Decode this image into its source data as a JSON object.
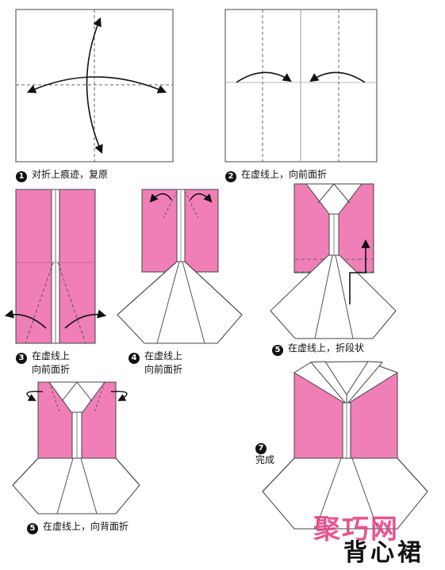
{
  "steps": [
    {
      "num": "1",
      "text": "对折上痕迹，复原"
    },
    {
      "num": "2",
      "text": "在虚线上，向前面折"
    },
    {
      "num": "3",
      "text": "在虚线上",
      "text2": "向前面折"
    },
    {
      "num": "4",
      "text": "在虚线上",
      "text2": "向前面折"
    },
    {
      "num": "5",
      "text": "在虚线上，折段状"
    },
    {
      "num": "5",
      "text": "在虚线上，向背面折"
    },
    {
      "num": "7",
      "text": "完成"
    }
  ],
  "brand": "聚巧网",
  "title": "背心裙",
  "colors": {
    "paper_front": "#f07fb7",
    "paper_back": "#ffffff",
    "outline": "#333333",
    "brand": "#e23a7e"
  }
}
